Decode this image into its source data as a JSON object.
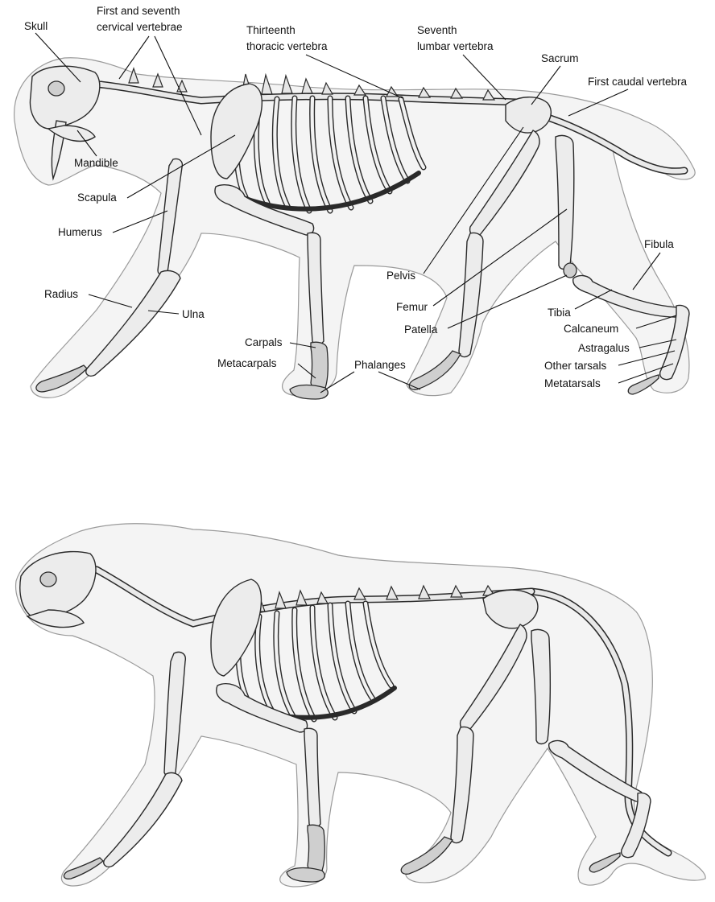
{
  "labels": {
    "skull": "Skull",
    "cervical_line1": "First and seventh",
    "cervical_line2": "cervical vertebrae",
    "thoracic_line1": "Thirteenth",
    "thoracic_line2": "thoracic vertebra",
    "lumbar_line1": "Seventh",
    "lumbar_line2": "lumbar vertebra",
    "sacrum": "Sacrum",
    "first_caudal": "First caudal vertebra",
    "mandible": "Mandible",
    "scapula": "Scapula",
    "humerus": "Humerus",
    "radius": "Radius",
    "ulna": "Ulna",
    "carpals": "Carpals",
    "metacarpals": "Metacarpals",
    "phalanges": "Phalanges",
    "pelvis": "Pelvis",
    "femur": "Femur",
    "patella": "Patella",
    "fibula": "Fibula",
    "tibia": "Tibia",
    "calcaneum": "Calcaneum",
    "astragalus": "Astragalus",
    "other_tarsals": "Other tarsals",
    "metatarsals": "Metatarsals"
  }
}
